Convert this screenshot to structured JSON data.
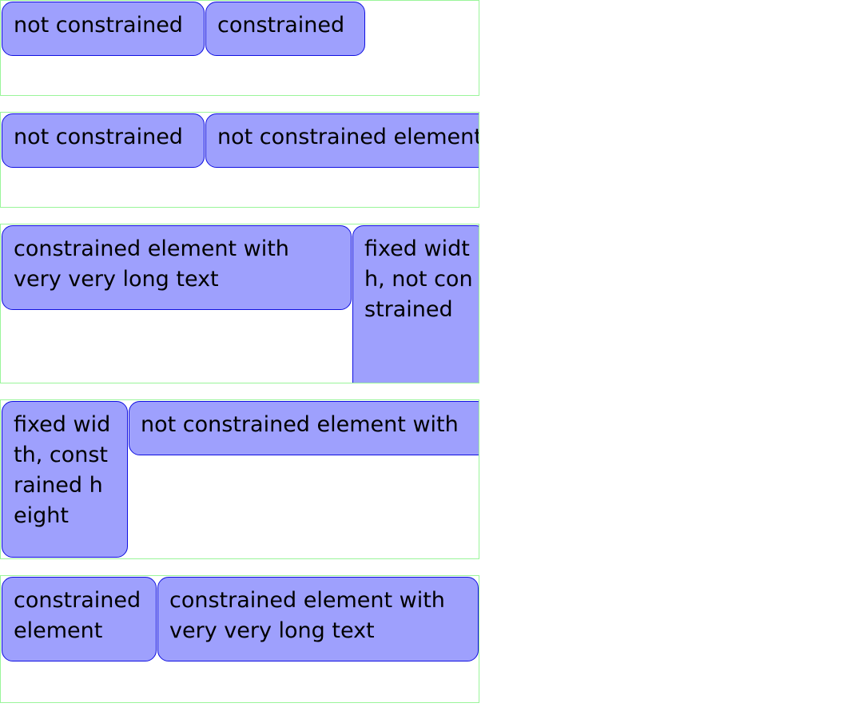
{
  "rows": [
    {
      "boxes": [
        {
          "label": "not constrained"
        },
        {
          "label": "constrained"
        }
      ]
    },
    {
      "boxes": [
        {
          "label": "not constrained"
        },
        {
          "label": "not constrained element"
        }
      ]
    },
    {
      "boxes": [
        {
          "label": "constrained element with very very long text"
        },
        {
          "label": "fixed width, not constrained"
        }
      ]
    },
    {
      "boxes": [
        {
          "label": "fixed width, constrained height"
        },
        {
          "label": "not constrained element with"
        }
      ]
    },
    {
      "boxes": [
        {
          "label": "constrained element"
        },
        {
          "label": "constrained element with very very long text"
        }
      ]
    }
  ]
}
